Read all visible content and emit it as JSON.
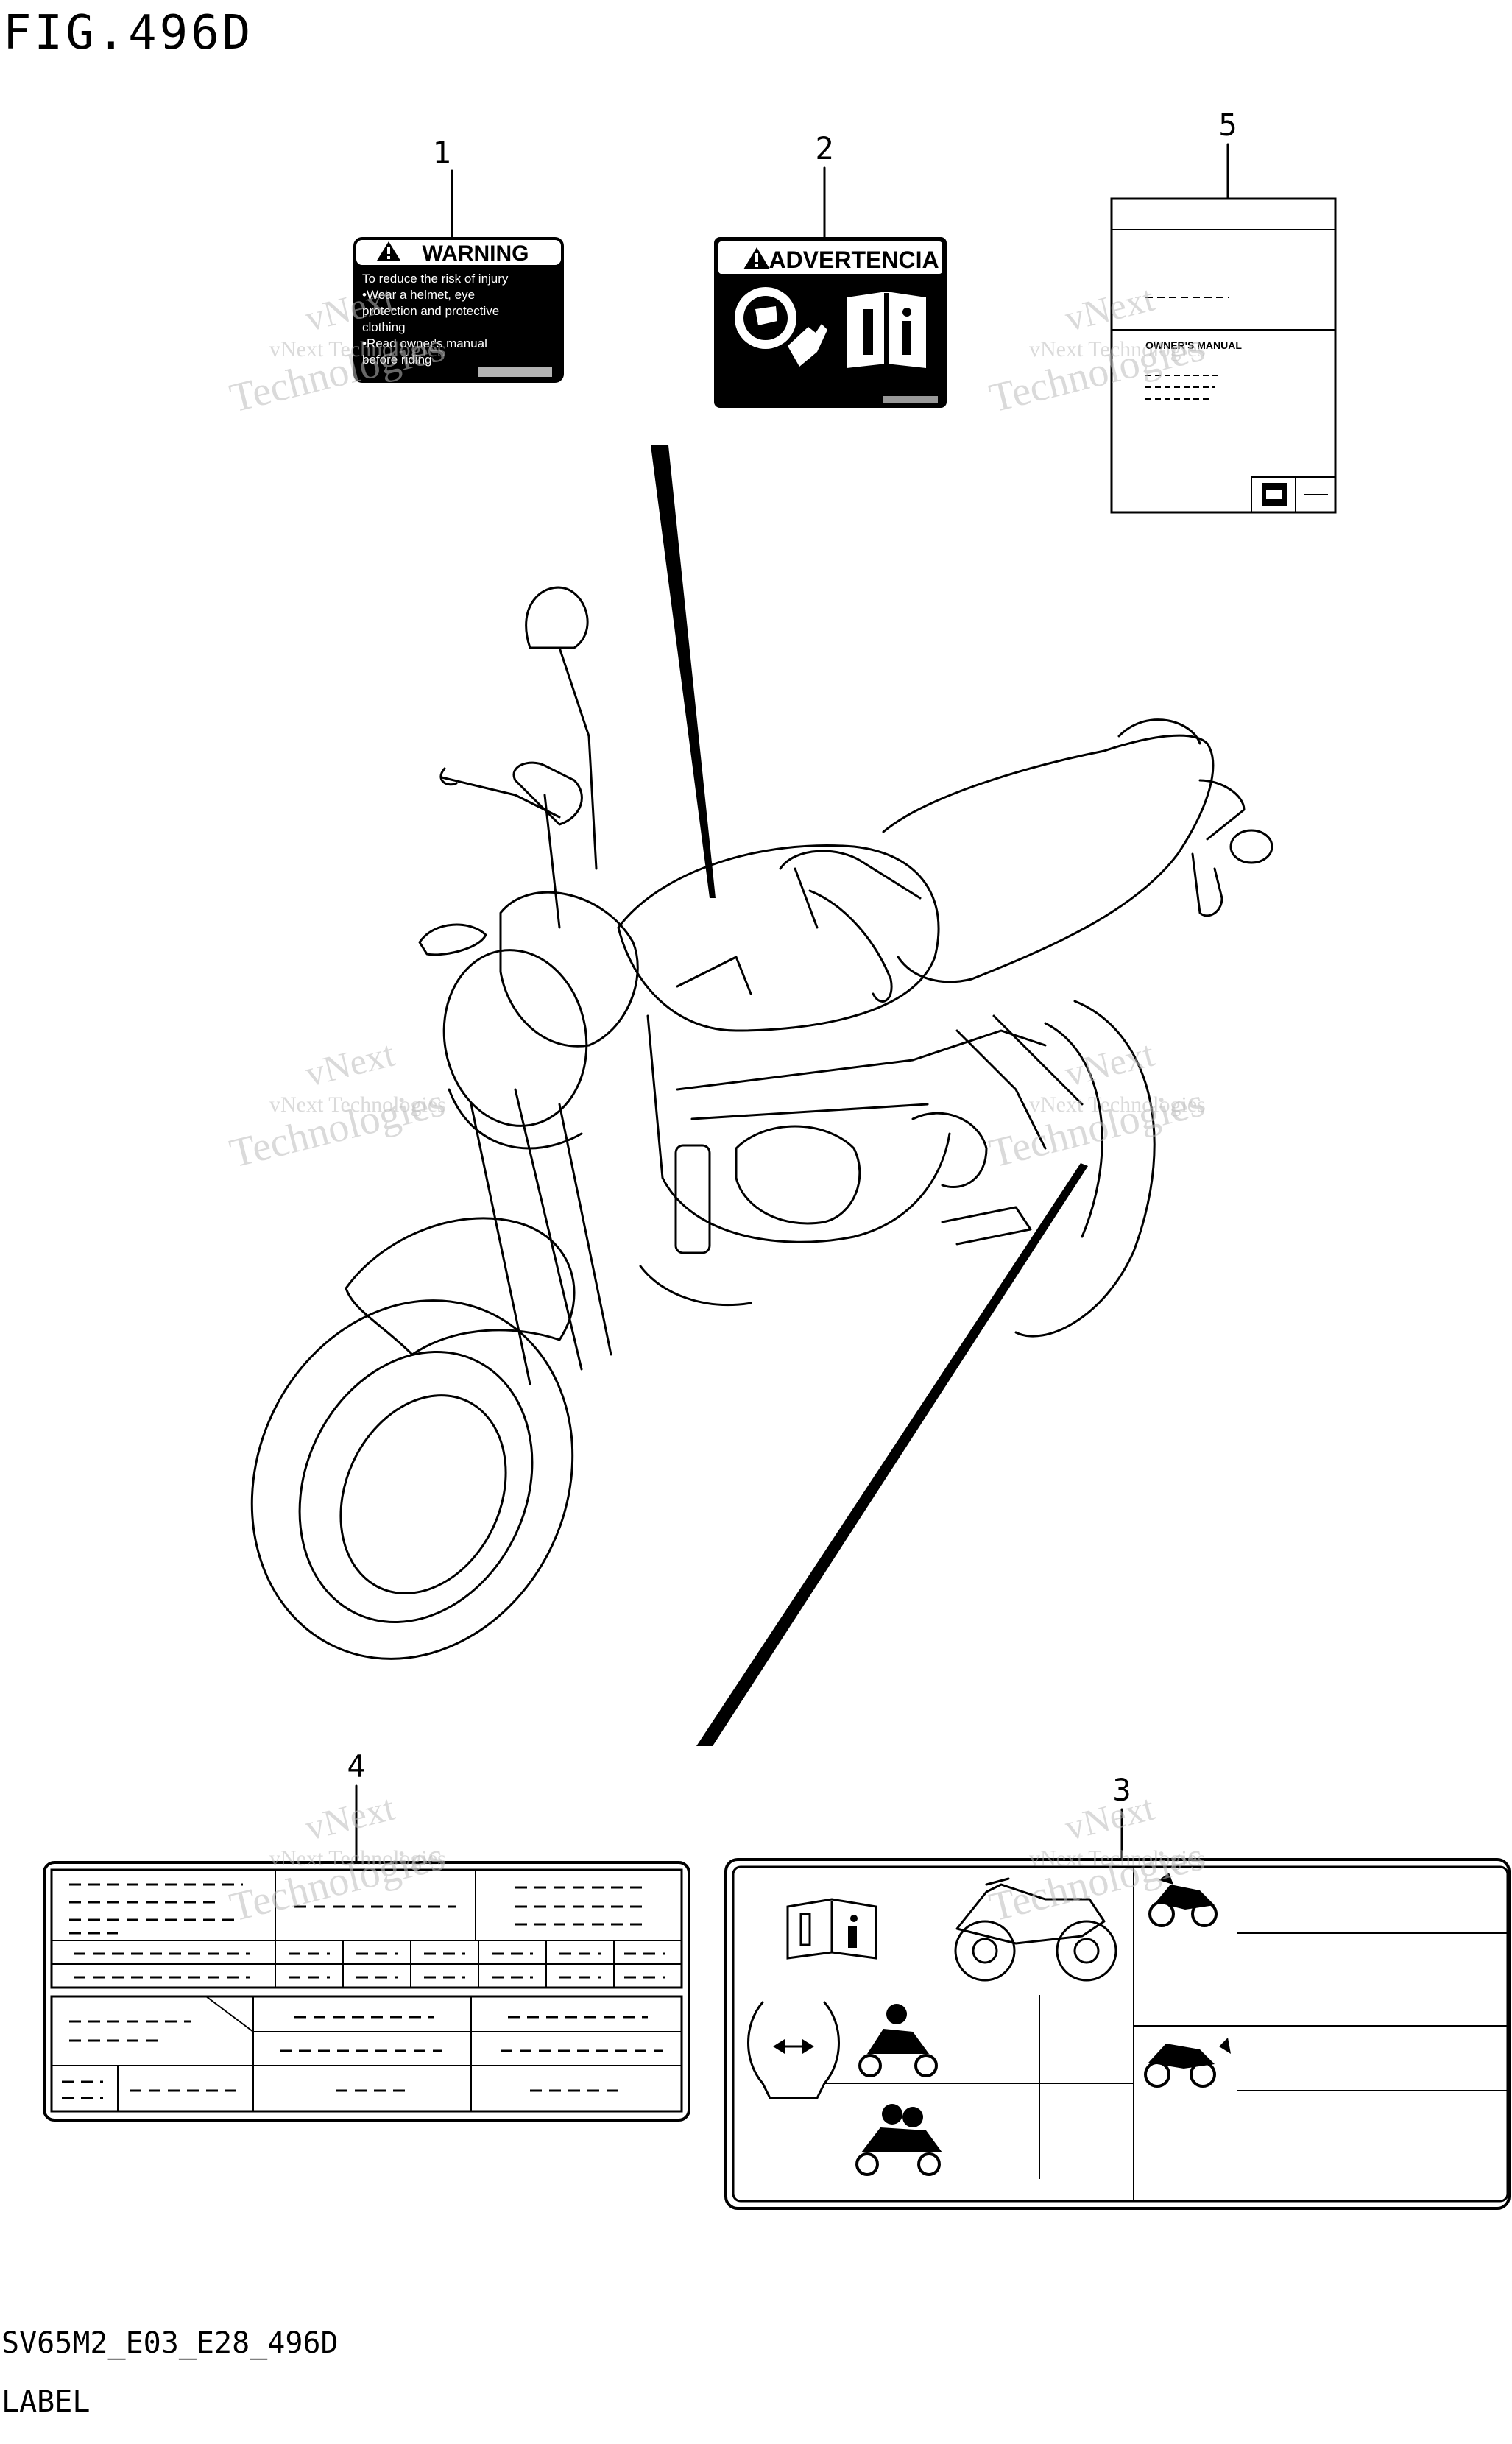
{
  "figure": {
    "title": "FIG.496D",
    "code": "SV65M2_E03_E28_496D",
    "section": "LABEL"
  },
  "callouts": [
    "1",
    "2",
    "5",
    "4",
    "3"
  ],
  "label_1": {
    "heading": "WARNING",
    "lines": [
      "To reduce the risk of injury",
      "•Wear a helmet, eye",
      "protection and protective",
      "clothing",
      "•Read owner's manual",
      "before riding"
    ]
  },
  "label_2": {
    "heading": "ADVERTENCIA"
  },
  "label_5": {
    "title": "OWNER'S MANUAL"
  },
  "watermark": {
    "line1": "vNext Technologies",
    "line2": "vNext",
    "line3": "Technologies"
  },
  "colors": {
    "ink": "#000000",
    "paper": "#ffffff",
    "watermark": "#bdbdbd"
  },
  "icons": [
    "warning-triangle-icon",
    "helmet-icon",
    "glove-icon",
    "manual-book-icon",
    "motorcycle-icon",
    "tire-pressure-icon",
    "rider-icon",
    "rider-passenger-icon"
  ]
}
